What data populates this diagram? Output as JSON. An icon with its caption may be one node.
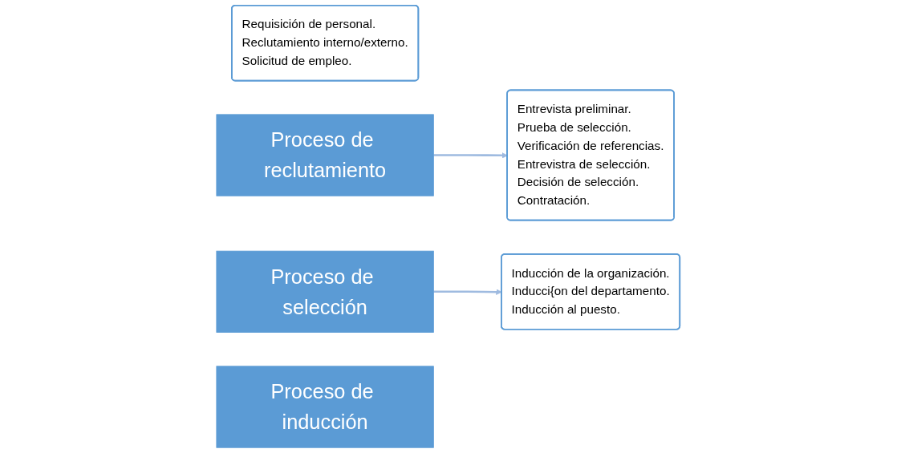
{
  "diagram": {
    "nodes": [
      {
        "text": [
          "Requisición de personal.",
          "Reclutamiento interno/externo.",
          "Solicitud de empleo."
        ]
      },
      {
        "text": [
          "Proceso de reclutamiento"
        ]
      },
      {
        "text": [
          "Proceso de selección"
        ]
      },
      {
        "text": [
          "Entrevista preliminar.",
          "Prueba de selección.",
          "Verificación de referencias.",
          "Entrevistra de selección.",
          "Decisión de selección.",
          "Contratación."
        ]
      },
      {
        "text": [
          "Inducción de la organización.",
          "Inducci{on del departamento.",
          "Inducción al puesto."
        ]
      },
      {
        "text": [
          "Proceso de inducción"
        ]
      }
    ],
    "edges": [
      {
        "from": 1,
        "to": 3,
        "arrow": "to"
      },
      {
        "from": 2,
        "to": 4,
        "arrow": "to"
      }
    ]
  }
}
